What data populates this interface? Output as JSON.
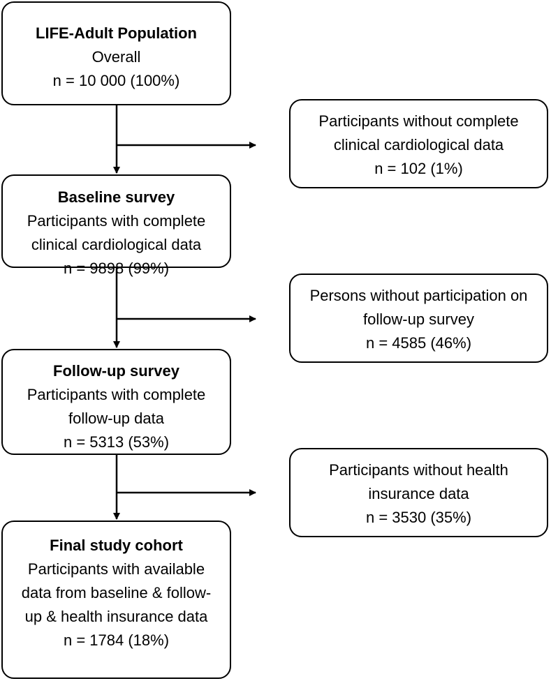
{
  "main_boxes": [
    {
      "title": "LIFE-Adult Population",
      "lines": [
        "Overall",
        "n = 10 000 (100%)"
      ]
    },
    {
      "title": "Baseline survey",
      "lines": [
        "Participants with complete",
        "clinical cardiological data",
        "n = 9898 (99%)"
      ]
    },
    {
      "title": "Follow-up survey",
      "lines": [
        "Participants with complete",
        "follow-up data",
        "n = 5313 (53%)"
      ]
    },
    {
      "title": "Final study cohort",
      "lines": [
        "Participants with available",
        "data from baseline & follow-",
        "up & health insurance data",
        "n = 1784 (18%)"
      ]
    }
  ],
  "exclusion_boxes": [
    {
      "lines": [
        "Participants without complete",
        "clinical cardiological data",
        "n = 102 (1%)"
      ]
    },
    {
      "lines": [
        "Persons without participation on",
        "follow-up survey",
        "n = 4585 (46%)"
      ]
    },
    {
      "lines": [
        "Participants without health",
        "insurance data",
        "n = 3530 (35%)"
      ]
    }
  ],
  "colors": {
    "stroke": "#000000",
    "background": "#ffffff"
  }
}
